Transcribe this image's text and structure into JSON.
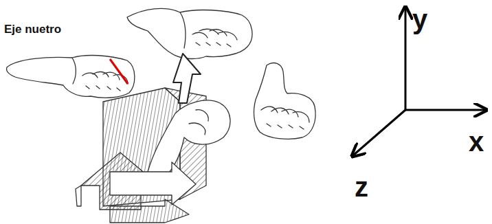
{
  "diagram": {
    "labels": [
      "Eje nuetro",
      "y",
      "x",
      "z"
    ]
  }
}
